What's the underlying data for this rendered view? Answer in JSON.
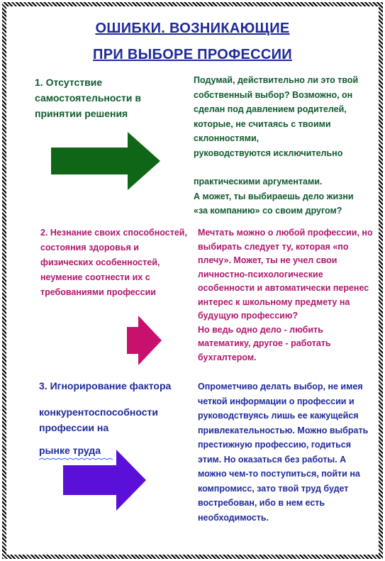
{
  "title": {
    "line1": "ОШИБКИ.  ВОЗНИКАЮЩИЕ",
    "line2": "ПРИ ВЫБОРЕ ПРОФЕССИИ"
  },
  "sections": [
    {
      "left": "1. Отсутствие самостоятельности в принятии решения",
      "right_lines": [
        "Подумай, действительно ли это твой",
        "собственный выбор? Возможно, он",
        "сделан под давлением родителей,",
        "которые, не считаясь с твоими",
        "склонностями,",
        "руководствуются исключительно"
      ],
      "right_lines_2": [
        "практическими аргументами.",
        "А  может, ты выбираешь дело жизни",
        "«за компанию» со своим другом?"
      ],
      "arrow_color": "#0f6617"
    },
    {
      "left": "2. Незнание своих способностей, состояния здоровья и физических особенностей, неумение соотнести их с требованиями профессии",
      "right_lines": [
        "Мечтать можно о любой профессии, но",
        "выбирать следует ту, которая «по",
        "плечу».  Может, ты не учел свои",
        "личностно-психологические",
        "особенности и автоматически перенес",
        "интерес к  школьному предмету на",
        "будущую профессию?",
        "Но ведь одно дело - любить",
        "математику, другое - работать",
        "бухгалтером."
      ],
      "arrow_color": "#c8106d"
    },
    {
      "left_a": "3. Игнорирование фактора",
      "left_b": "конкурентоспособности профессии на",
      "left_c": "рынке труда",
      "right_lines": [
        "Опрометчиво делать выбор, не имея",
        "четкой информации о профессии и",
        "руководствуясь лишь ее кажущейся",
        "привлекательностью. Можно выбрать",
        "престижную профессию, годиться",
        "этим. Но оказаться без работы. А",
        "можно чем-то поступиться, пойти на",
        "компромисс, зато твой труд будет",
        "востребован, ибо в нем есть",
        "необходимость."
      ],
      "arrow_color": "#5a10d8"
    }
  ]
}
